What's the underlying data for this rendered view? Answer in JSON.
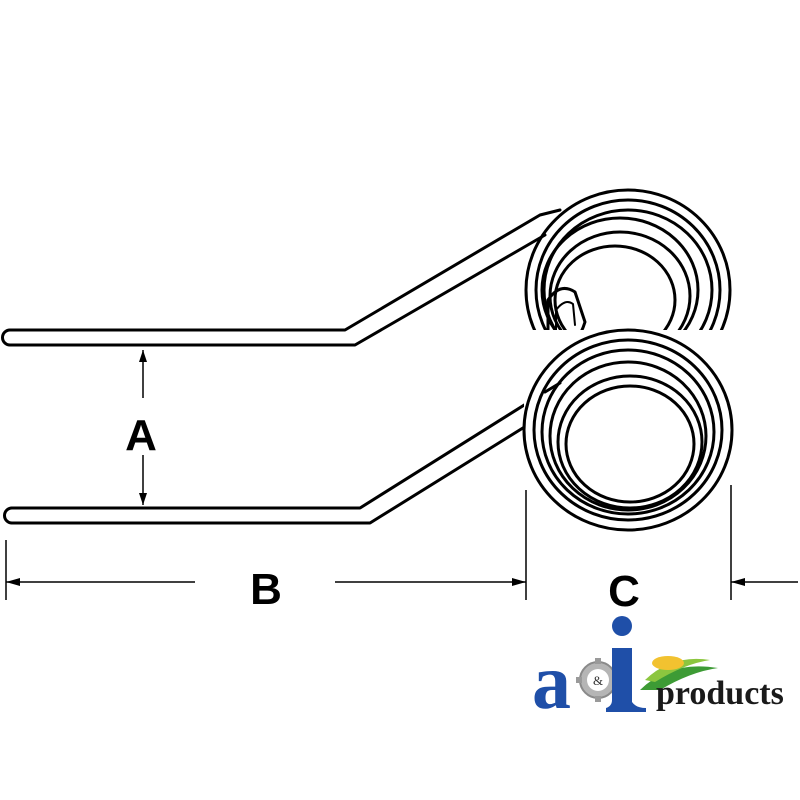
{
  "dimensions": {
    "a_label": "A",
    "b_label": "B",
    "c_label": "C"
  },
  "logo": {
    "letter_a": "a",
    "ampersand": "&",
    "letter_i": "i",
    "word": "products",
    "colors": {
      "blue": "#1f4fa8",
      "green": "#3d9b35",
      "yellow": "#f2c230",
      "gear": "#9a9a9a"
    }
  }
}
